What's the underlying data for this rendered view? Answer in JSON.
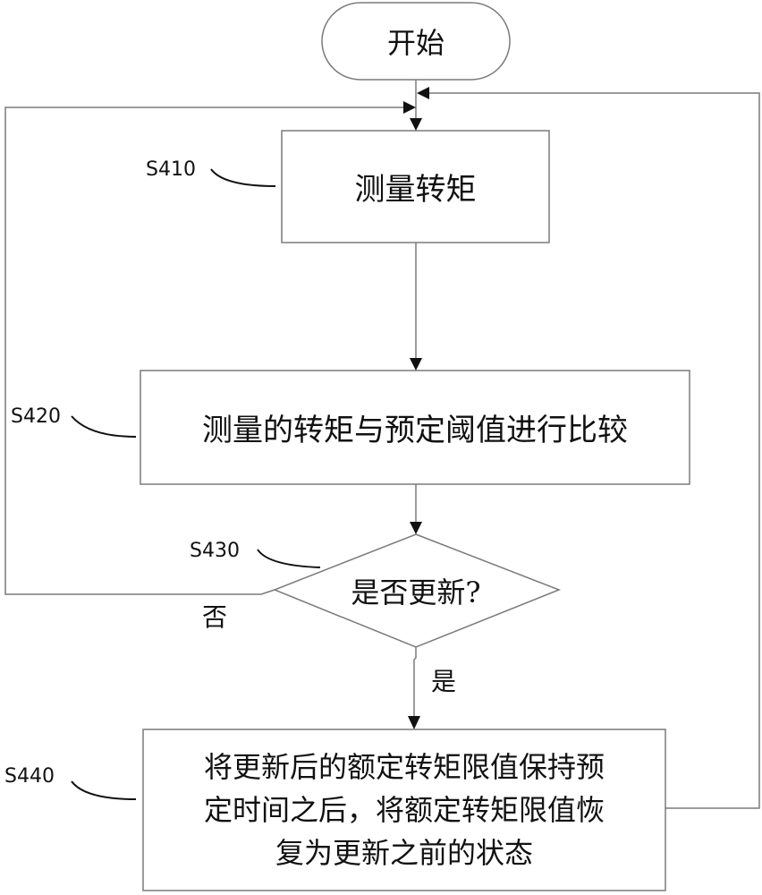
{
  "diagram": {
    "type": "flowchart",
    "colors": {
      "line": "#7a7a7a",
      "arrow": "#111111",
      "text": "#111111",
      "background": "#ffffff"
    },
    "start": {
      "label": "开始"
    },
    "steps": [
      {
        "id": "S410",
        "label": "S410",
        "text": "测量转矩"
      },
      {
        "id": "S420",
        "label": "S420",
        "text": "测量的转矩与预定阈值进行比较"
      },
      {
        "id": "S430",
        "label": "S430",
        "text": "是否更新?"
      },
      {
        "id": "S440",
        "label": "S440",
        "lines": [
          "将更新后的额定转矩限值保持预",
          "定时间之后，将额定转矩限值恢",
          "复为更新之前的状态"
        ]
      }
    ],
    "branches": {
      "no": "否",
      "yes": "是"
    },
    "edges": [
      {
        "from": "start",
        "to": "S410"
      },
      {
        "from": "S410",
        "to": "S420"
      },
      {
        "from": "S420",
        "to": "S430"
      },
      {
        "from": "S430",
        "to": "S440",
        "label": "是"
      },
      {
        "from": "S430",
        "to": "S410",
        "label": "否"
      },
      {
        "from": "S440",
        "to": "S410"
      }
    ]
  }
}
